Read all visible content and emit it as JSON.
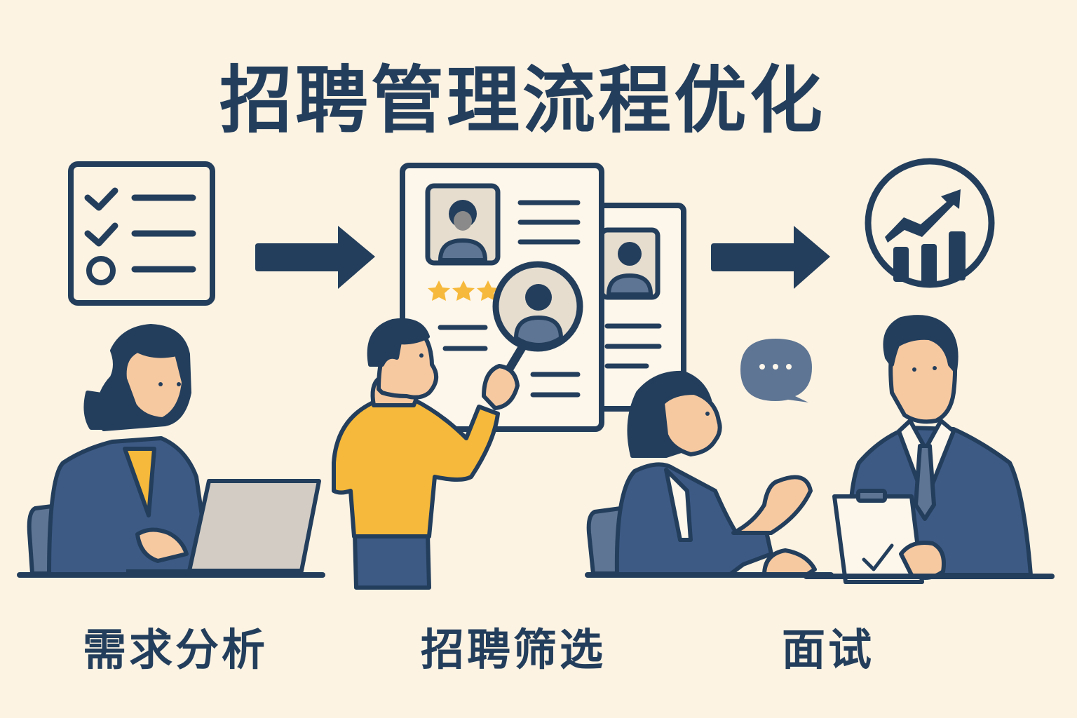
{
  "title": "招聘管理流程优化",
  "colors": {
    "background": "#fdf3e3",
    "navy": "#233e5c",
    "suit_blue": "#3d5a85",
    "slate": "#5e7593",
    "yellow": "#f6b93b",
    "skin": "#f7c9a0",
    "paper": "#fdf6ea",
    "photo_bg": "#e6ddcf",
    "laptop_grey": "#d2ccc5"
  },
  "stages": [
    {
      "label": "需求分析",
      "icon": "checklist-icon",
      "scene": "woman-at-laptop"
    },
    {
      "label": "招聘筛选",
      "icon": "resumes-with-magnifier-icon",
      "scene": "man-inspecting-resume",
      "rating_stars": 3
    },
    {
      "label": "面试",
      "icon": "growth-chart-icon",
      "scene": "interview-conversation"
    }
  ],
  "arrows": [
    {
      "from": "需求分析",
      "to": "招聘筛选",
      "icon": "arrow-right-icon"
    },
    {
      "from": "招聘筛选",
      "to": "面试",
      "icon": "arrow-right-icon"
    }
  ],
  "speech_bubble": {
    "text": "•••",
    "icon": "speech-bubble-icon"
  }
}
